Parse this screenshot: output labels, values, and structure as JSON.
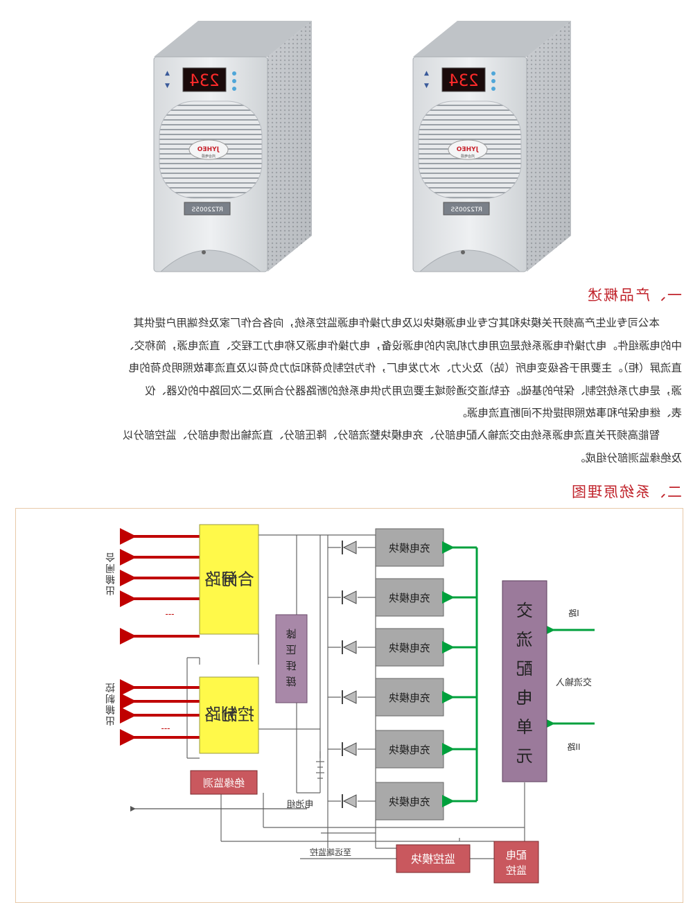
{
  "product": {
    "display_reading": "234",
    "brand": "JYHEO",
    "brand_sub": "鸿合电源",
    "model": "RT22005S"
  },
  "section1": {
    "heading": "一、产品概述",
    "para1_lines": [
      "本公司专业生产高频开关模块和其它专业电源模块以及电力操作电源监控系统，向各合作厂家及终端用户提供其",
      "中的电源组件。电力操作电源系统是应用电力机房内的电源设备，电力操作电源又称电力工程交、直流电源，简称交、",
      "直流屏（柜）。主要用于各级变电所（站）及火力、水力发电厂，作为控制负荷和动力负荷以及直流事故照明负荷的电",
      "源，是电力系统控制、保护的基础。在轨道交通领域主要应用为供电系统的断路器分合闸及二次回路中的仪器、仪",
      "表、继电保护和事故照明提供不间断直流电源。"
    ],
    "para2_lines": [
      "智能高频开关直流电源系统由交流输入配电部分、充电模块整流部分、降压部分、直流输出馈电部分、监控部分以",
      "及绝缘监测部分组成。"
    ]
  },
  "section2": {
    "heading": "二、系统原理图"
  },
  "diagram": {
    "closing_branch": [
      "合闸",
      "分路"
    ],
    "control_branch": [
      "控制",
      "分路"
    ],
    "closing_output": [
      "合",
      "闸",
      "输",
      "出"
    ],
    "control_output": [
      "控",
      "制",
      "输",
      "出"
    ],
    "ellipsis": "---",
    "step_down": [
      "降",
      "压",
      "硅",
      "链"
    ],
    "charger_label": "充电模块",
    "ac_unit": [
      "交",
      "流",
      "配",
      "电",
      "单",
      "元"
    ],
    "ac_input": "交流输入",
    "line_1": "I路",
    "line_2": "II路",
    "insulation": "绝缘监测",
    "battery": "电池组",
    "monitor_module": "监控模块",
    "dist_monitor": [
      "配电",
      "监控"
    ],
    "remote": "至远端监控",
    "colors": {
      "red_arrow": "#c00000",
      "green_arrow": "#00a03c",
      "yellow_box": "#fff94a",
      "gray_box": "#a9a9a9",
      "purple_box": "#9b7a9b",
      "pink_box": "#c9585e"
    }
  }
}
